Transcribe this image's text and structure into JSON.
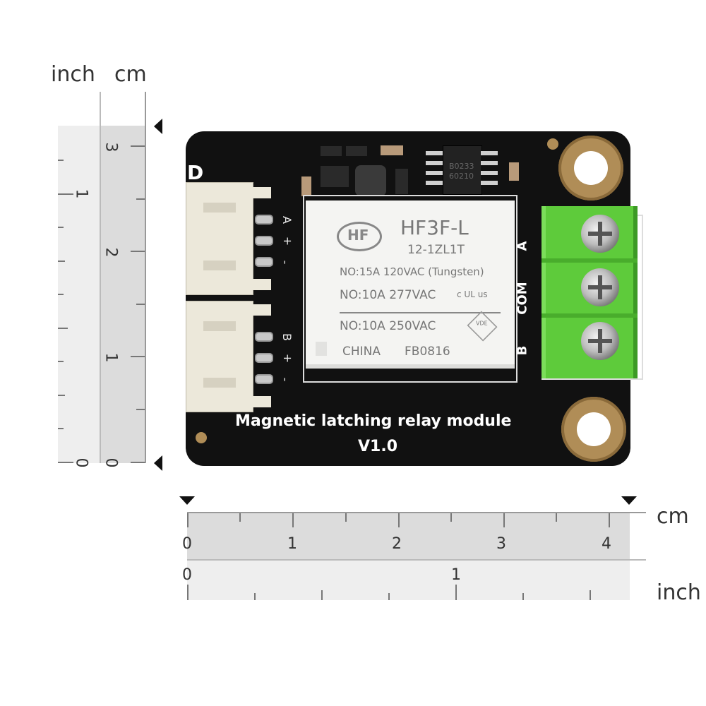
{
  "rulers": {
    "left": {
      "unit_inch": "inch",
      "unit_cm": "cm",
      "cm_ticks": [
        "3",
        "2",
        "1",
        "0"
      ],
      "inch_ticks": [
        "1",
        "0"
      ]
    },
    "bottom": {
      "unit_cm": "cm",
      "unit_inch": "inch",
      "cm_ticks": [
        "0",
        "1",
        "2",
        "3",
        "4"
      ],
      "inch_ticks": [
        "0",
        "1"
      ]
    }
  },
  "board": {
    "brand_mark": "D",
    "module_title": "Magnetic latching relay module",
    "version": "V1.0",
    "connector_top_labels": [
      "A",
      "+",
      "-"
    ],
    "connector_bottom_labels": [
      "B",
      "+",
      "-"
    ],
    "terminal_labels": [
      "A",
      "COM",
      "B"
    ],
    "ic_marking_1": "B0233",
    "ic_marking_2": "60210",
    "color_pcb": "#111111",
    "color_terminal": "#5ecb3b",
    "color_gold": "#b08d57"
  },
  "relay": {
    "logo": "HF",
    "model": "HF3F-L",
    "part": "12-1ZL1T",
    "rating_1": "NO:15A 120VAC (Tungsten)",
    "rating_2": "NO:10A 277VAC",
    "rating_3": "NO:10A 250VAC",
    "origin": "CHINA",
    "code": "FB0816",
    "cert_ul": "c UL us",
    "cert_vde": "VDE"
  }
}
